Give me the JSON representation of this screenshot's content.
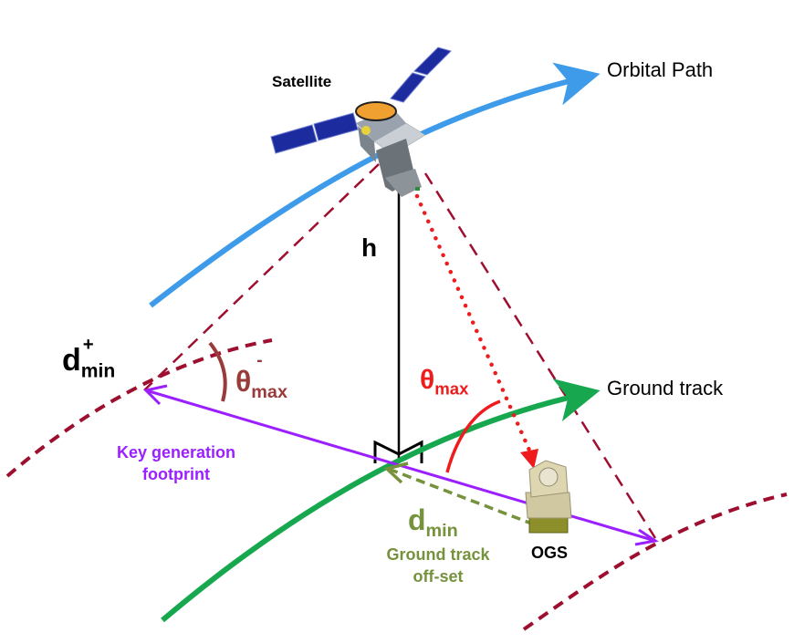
{
  "labels": {
    "satellite": "Satellite",
    "orbital_path": "Orbital Path",
    "ground_track": "Ground track",
    "height": "h",
    "ogs": "OGS",
    "d_min_plus": {
      "base": "d",
      "sub": "min",
      "sup": "+"
    },
    "theta_max_minus": {
      "base": "θ",
      "sub": "max",
      "sup": "-"
    },
    "theta_max": {
      "base": "θ",
      "sub": "max"
    },
    "d_min": {
      "base": "d",
      "sub": "min"
    },
    "ground_track_offset": [
      "Ground track",
      "off-set"
    ],
    "key_generation_footprint": [
      "Key generation",
      "footprint"
    ]
  },
  "colors": {
    "orbital_path": "#3d9be9",
    "ground_track": "#17a84f",
    "footprint": "#9b1fff",
    "boundary": "#9e0f2f",
    "theta_minus": "#9a3b3b",
    "theta_max": "#ee1c1c",
    "offset": "#76923c",
    "text": "#000000"
  }
}
